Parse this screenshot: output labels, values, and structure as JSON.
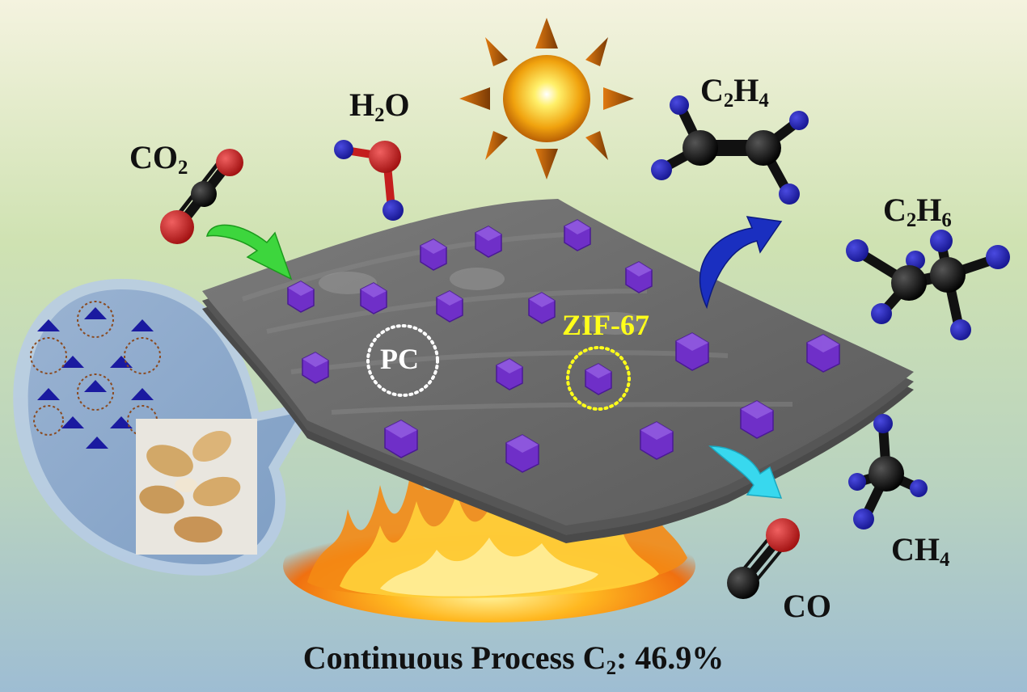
{
  "labels": {
    "co2": {
      "main": "CO",
      "sub": "2"
    },
    "h2o": {
      "pre": "H",
      "sub": "2",
      "post": "O"
    },
    "c2h4": {
      "pre": "C",
      "sub1": "2",
      "mid": "H",
      "sub2": "4"
    },
    "c2h6": {
      "pre": "C",
      "sub1": "2",
      "mid": "H",
      "sub2": "6"
    },
    "ch4": {
      "main": "CH",
      "sub": "4"
    },
    "co": "CO",
    "pc": "PC",
    "zif": "ZIF-67"
  },
  "bottom": {
    "pre": "Continuous Process C",
    "sub": "2",
    "post": ": 46.9%"
  },
  "colors": {
    "oxygen": "#c41e1e",
    "carbon": "#0a0a0a",
    "hydrogen": "#2424b0",
    "cube": "#6f2fc8",
    "sheet": "#6e6e6e",
    "zif_label": "#ffff1a",
    "pc_label": "#ffffff",
    "arrow_in": "#3dd63d",
    "arrow_c2": "#1a2fc0",
    "arrow_co": "#38d8ee"
  },
  "icons": [
    "sun-icon",
    "flame-icon",
    "peanut-photo",
    "zif-crystal-structure"
  ]
}
